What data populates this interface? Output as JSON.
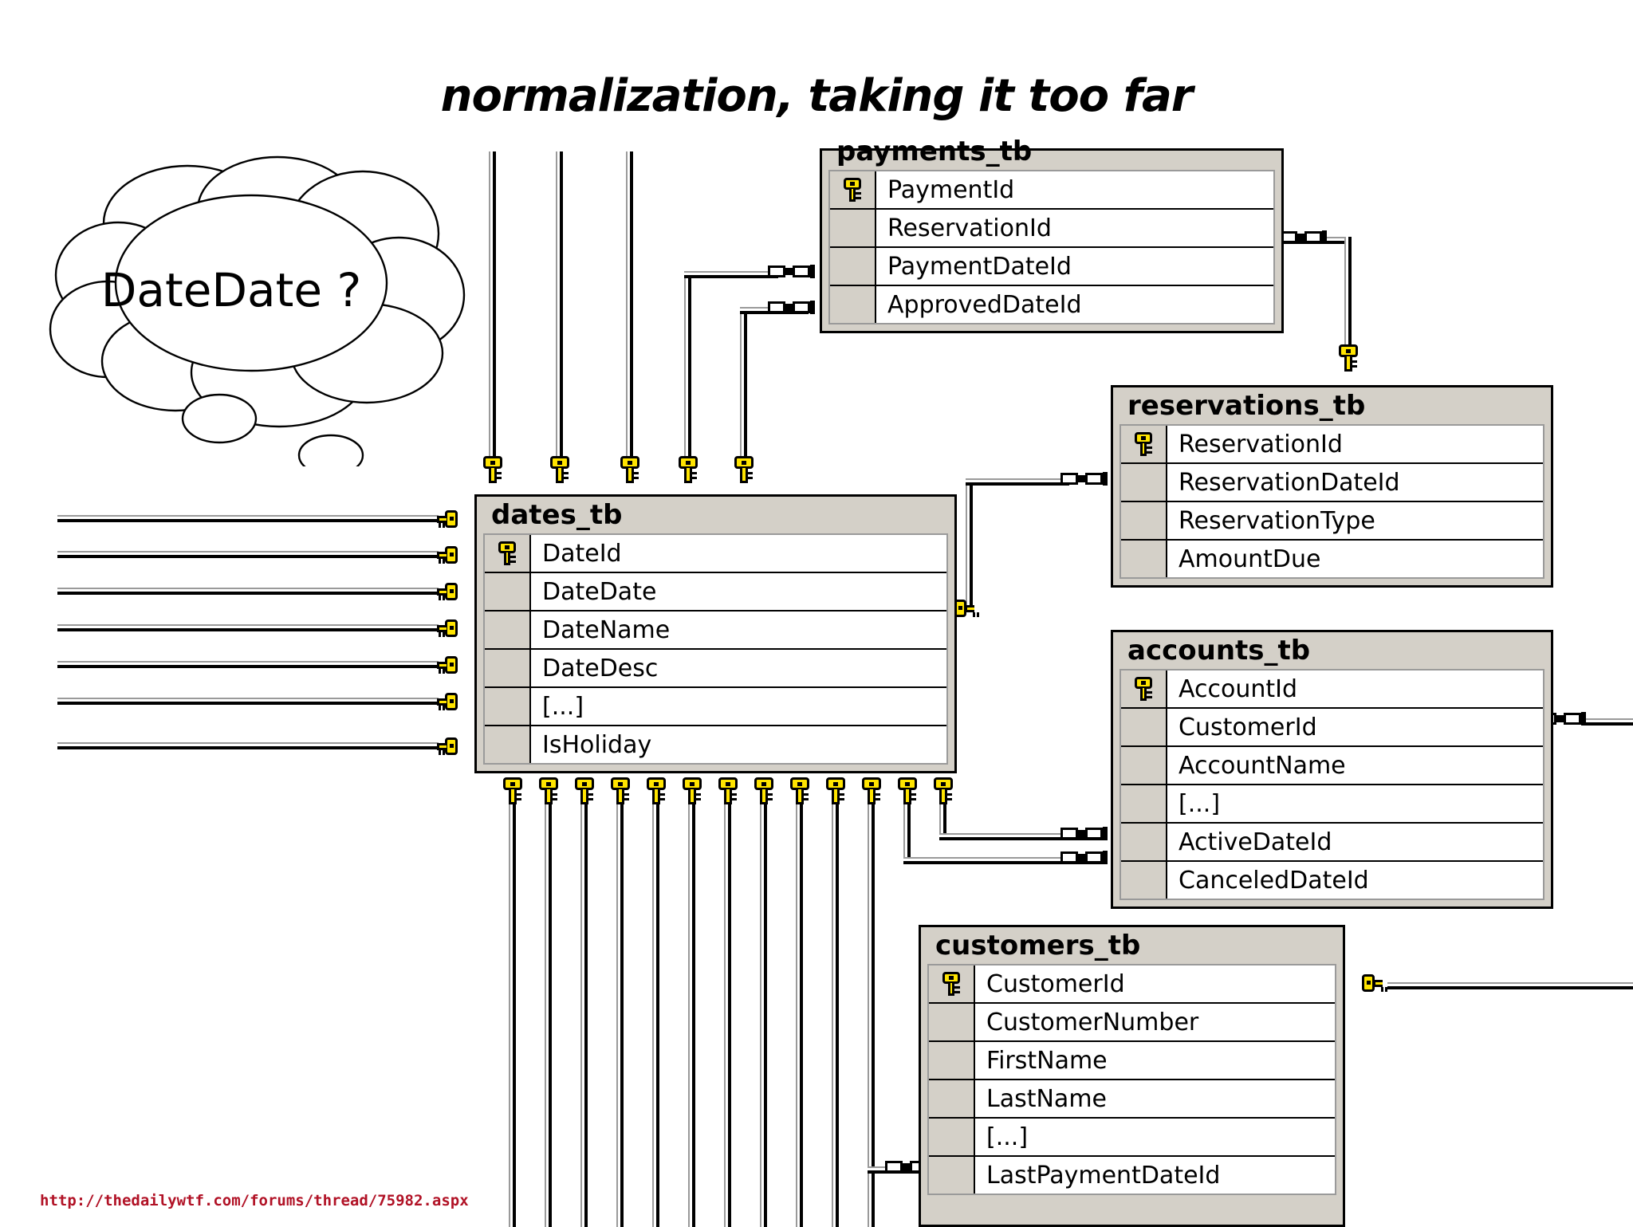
{
  "title": "normalization, taking it too far",
  "source_url": "http://thedailywtf.com/forums/thread/75982.aspx",
  "thought_bubble": {
    "text": "DateDate ?"
  },
  "tables": [
    {
      "name": "payments_tb",
      "fields": [
        {
          "label": "PaymentId",
          "key": true
        },
        {
          "label": "ReservationId",
          "key": false
        },
        {
          "label": "PaymentDateId",
          "key": false
        },
        {
          "label": "ApprovedDateId",
          "key": false
        }
      ]
    },
    {
      "name": "dates_tb",
      "fields": [
        {
          "label": "DateId",
          "key": true
        },
        {
          "label": "DateDate",
          "key": false
        },
        {
          "label": "DateName",
          "key": false
        },
        {
          "label": "DateDesc",
          "key": false
        },
        {
          "label": "[...]",
          "key": false
        },
        {
          "label": "IsHoliday",
          "key": false
        }
      ]
    },
    {
      "name": "reservations_tb",
      "fields": [
        {
          "label": "ReservationId",
          "key": true
        },
        {
          "label": "ReservationDateId",
          "key": false
        },
        {
          "label": "ReservationType",
          "key": false
        },
        {
          "label": "AmountDue",
          "key": false
        }
      ]
    },
    {
      "name": "accounts_tb",
      "fields": [
        {
          "label": "AccountId",
          "key": true
        },
        {
          "label": "CustomerId",
          "key": false
        },
        {
          "label": "AccountName",
          "key": false
        },
        {
          "label": "[...]",
          "key": false
        },
        {
          "label": "ActiveDateId",
          "key": false
        },
        {
          "label": "CanceledDateId",
          "key": false
        }
      ]
    },
    {
      "name": "customers_tb",
      "fields": [
        {
          "label": "CustomerId",
          "key": true
        },
        {
          "label": "CustomerNumber",
          "key": false
        },
        {
          "label": "FirstName",
          "key": false
        },
        {
          "label": "LastName",
          "key": false
        },
        {
          "label": "[...]",
          "key": false
        },
        {
          "label": "LastPaymentDateId",
          "key": false
        }
      ]
    }
  ],
  "colors": {
    "table_face": "#d4d0c8",
    "field_area": "#ffffff",
    "key_yellow": "#ffe400",
    "url_red": "#b11226",
    "line_black": "#000000"
  },
  "icons": {
    "primary_key": "key-icon",
    "many_side": "infinity-icon"
  }
}
